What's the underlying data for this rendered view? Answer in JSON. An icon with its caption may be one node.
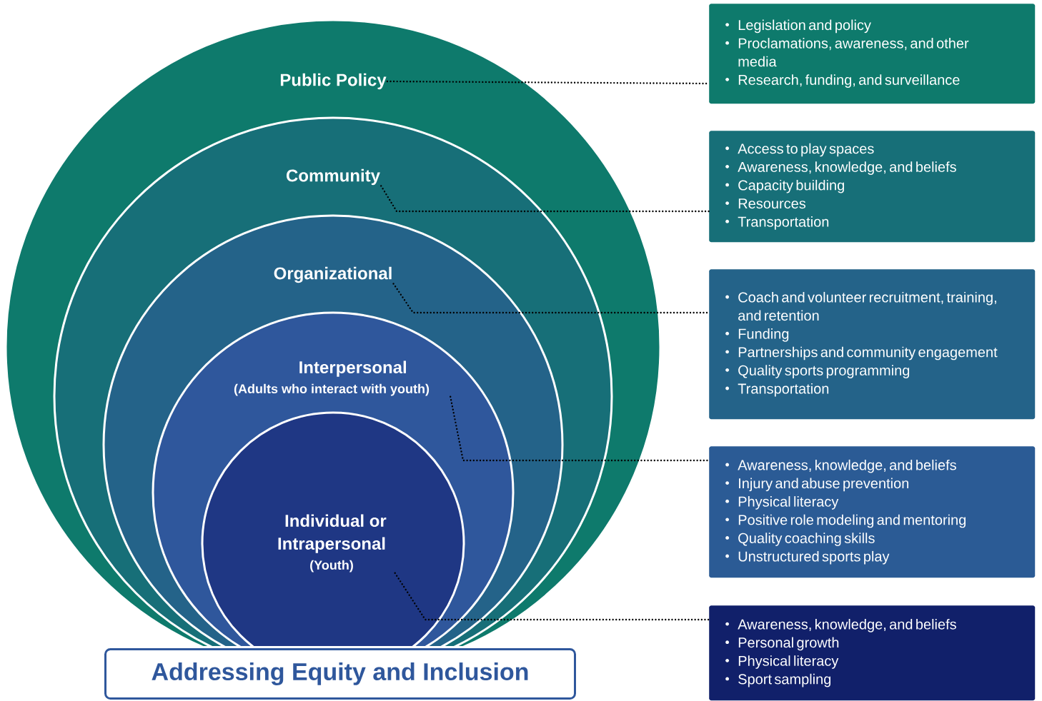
{
  "diagram": {
    "nodes": [
      {
        "text": [
          "Public Policy"
        ]
      },
      {
        "text": [
          "Community"
        ],
        "in": 0
      },
      {
        "text": [
          "Organizational"
        ],
        "in": 1
      },
      {
        "text": [
          "Interpersonal",
          "(Adults who interact with youth)"
        ],
        "in": 2
      },
      {
        "text": [
          "Individual or Intrapersonal",
          "(Youth)"
        ],
        "in": 3
      },
      {
        "text": [
          "Legislation and policy",
          "Proclamations, awareness, and other media",
          "Research, funding, and surveillance"
        ]
      },
      {
        "text": [
          "Access to play spaces",
          "Awareness, knowledge, and beliefs",
          "Capacity building",
          "Resources",
          "Transportation"
        ]
      },
      {
        "text": [
          "Coach and volunteer recruitment, training, and retention",
          "Funding",
          "Partnerships and community engagement",
          "Quality sports programming",
          "Transportation"
        ]
      },
      {
        "text": [
          "Awareness, knowledge, and beliefs",
          "Injury and abuse prevention",
          "Physical literacy",
          "Positive role modeling and mentoring",
          "Quality coaching skills",
          "Unstructured sports play"
        ]
      },
      {
        "text": [
          "Awareness, knowledge, and beliefs",
          "Personal growth",
          "Physical literacy",
          "Sport sampling"
        ]
      },
      {
        "text": [
          "Addressing Equity and Inclusion"
        ]
      }
    ],
    "edges": [
      {
        "from": 0,
        "to": 5,
        "arrow": "none"
      },
      {
        "from": 1,
        "to": 6,
        "arrow": "none"
      },
      {
        "from": 2,
        "to": 7,
        "arrow": "none"
      },
      {
        "from": 3,
        "to": 8,
        "arrow": "none"
      },
      {
        "from": 4,
        "to": 9,
        "arrow": "none"
      }
    ]
  }
}
